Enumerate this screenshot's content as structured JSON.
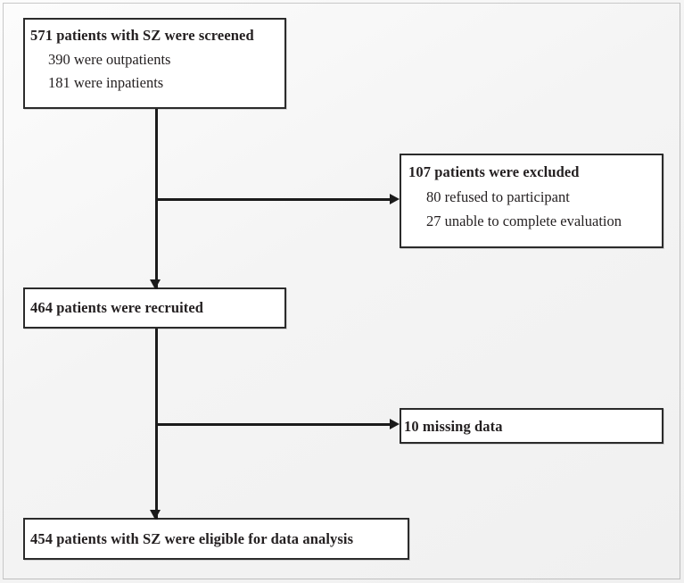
{
  "figure": {
    "type": "flowchart",
    "title": "Patient enrollment flow diagram",
    "colors": {
      "box_border": "#2b2b2b",
      "connector": "#1b1b1b",
      "text": "#231f20",
      "background": "#f2f2f2",
      "frame": "#c8c8c8"
    }
  },
  "nodes": {
    "screened": {
      "heading": "571 patients with SZ were screened",
      "details": [
        "390 were outpatients",
        "181 were inpatients"
      ]
    },
    "excluded": {
      "heading": "107 patients were excluded",
      "details": [
        "80 refused to participant",
        "27 unable to complete evaluation"
      ]
    },
    "recruited": {
      "heading": "464 patients were recruited"
    },
    "missing": {
      "heading": "10 missing data"
    },
    "eligible": {
      "heading": "454 patients with SZ were eligible for data analysis"
    }
  },
  "connectors": {
    "screened_to_recruited": "arrow-down",
    "screened_to_excluded": "arrow-right",
    "recruited_to_eligible": "arrow-down",
    "recruited_to_missing": "arrow-right"
  }
}
